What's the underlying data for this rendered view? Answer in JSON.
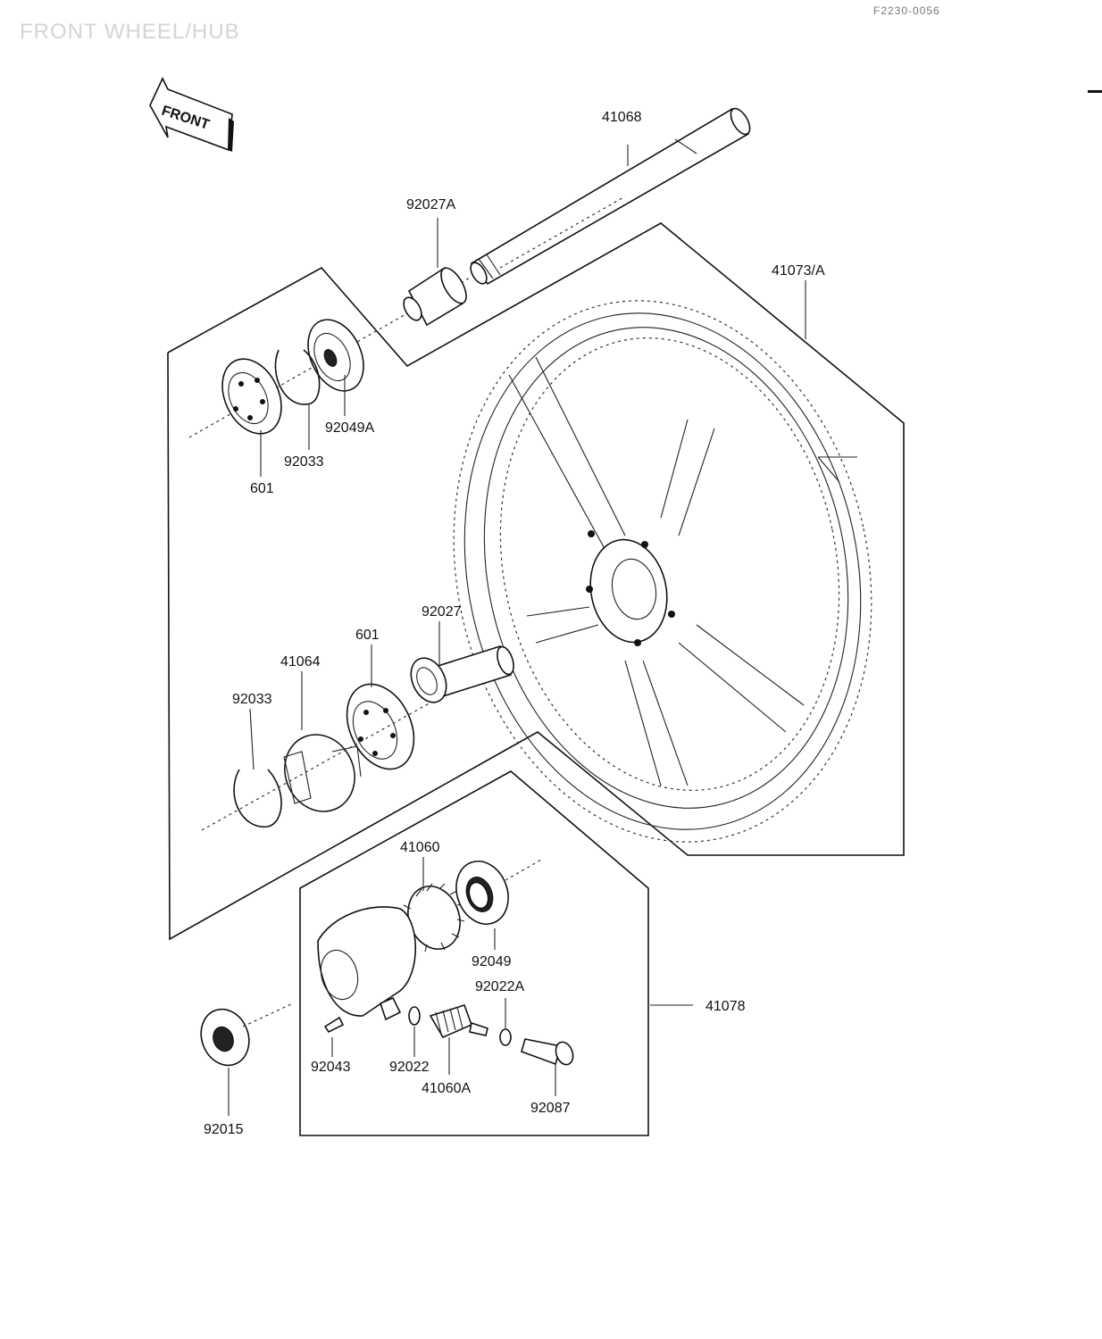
{
  "header": {
    "title": "FRONT WHEEL/HUB",
    "code": "F2230-0056"
  },
  "front_arrow": {
    "label": "FRONT"
  },
  "parts": {
    "p41068": "41068",
    "p92027A": "92027A",
    "p41073A": "41073/A",
    "p92049A": "92049A",
    "p92033_top": "92033",
    "p601_top": "601",
    "p92027": "92027",
    "p601_mid": "601",
    "p41064": "41064",
    "p92033_mid": "92033",
    "p41060": "41060",
    "p92049": "92049",
    "p92022A": "92022A",
    "p41078": "41078",
    "p92043": "92043",
    "p92022": "92022",
    "p41060A": "41060A",
    "p92087": "92087",
    "p92015": "92015"
  }
}
